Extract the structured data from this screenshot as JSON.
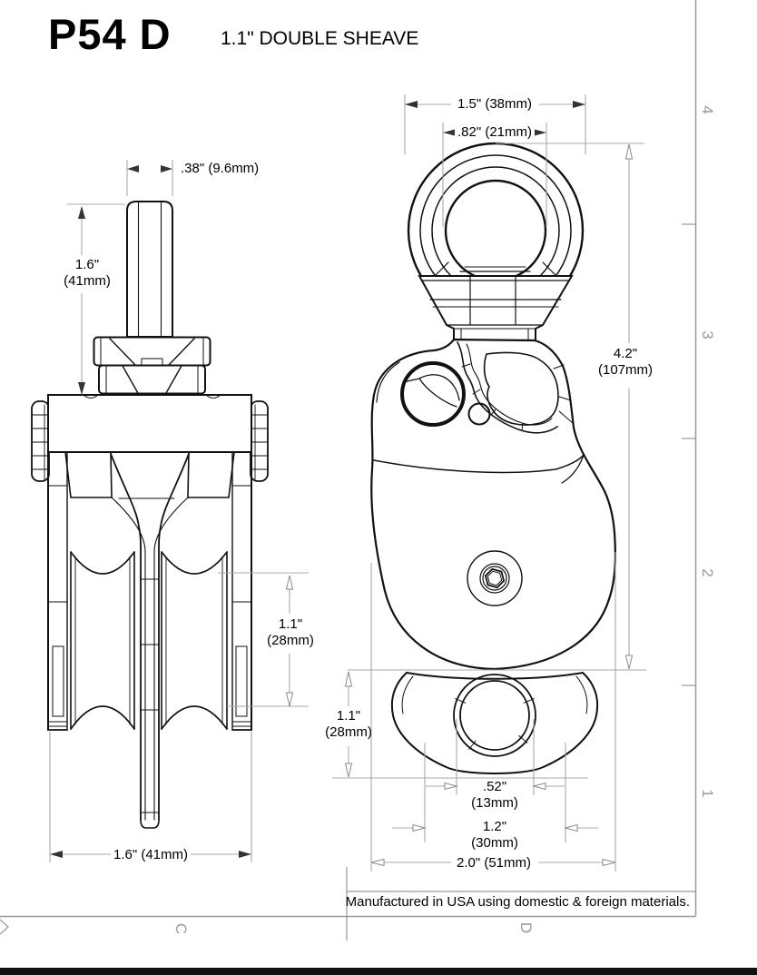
{
  "title": {
    "part_number": "P54 D",
    "description": "1.1\" DOUBLE SHEAVE"
  },
  "side_view": {
    "dim_stem_width": ".38\" (9.6mm)",
    "dim_stem_height_in": "1.6\"",
    "dim_stem_height_mm": "(41mm)",
    "dim_sheave_in": "1.1\"",
    "dim_sheave_mm": "(28mm)",
    "dim_width": "1.6\" (41mm)"
  },
  "front_view": {
    "dim_eye_outer": "1.5\" (38mm)",
    "dim_eye_inner": ".82\" (21mm)",
    "dim_height_in": "4.2\"",
    "dim_height_mm": "(107mm)",
    "dim_becket_in": "1.1\"",
    "dim_becket_mm": "(28mm)",
    "dim_hole_in": ".52\"",
    "dim_hole_mm": "(13mm)",
    "dim_becket_width_in": "1.2\"",
    "dim_becket_width_mm": "(30mm)",
    "dim_overall_width": "2.0\" (51mm)"
  },
  "footer": {
    "manufacture_note": "Manufactured in USA using domestic & foreign materials."
  },
  "drawing_border": {
    "row_labels": [
      "4",
      "3",
      "2",
      "1"
    ],
    "column_labels": [
      "C",
      "D"
    ]
  },
  "colors": {
    "line": "#111111",
    "dimension": "#a8a8a8",
    "border": "#999999",
    "text": "#000000"
  }
}
